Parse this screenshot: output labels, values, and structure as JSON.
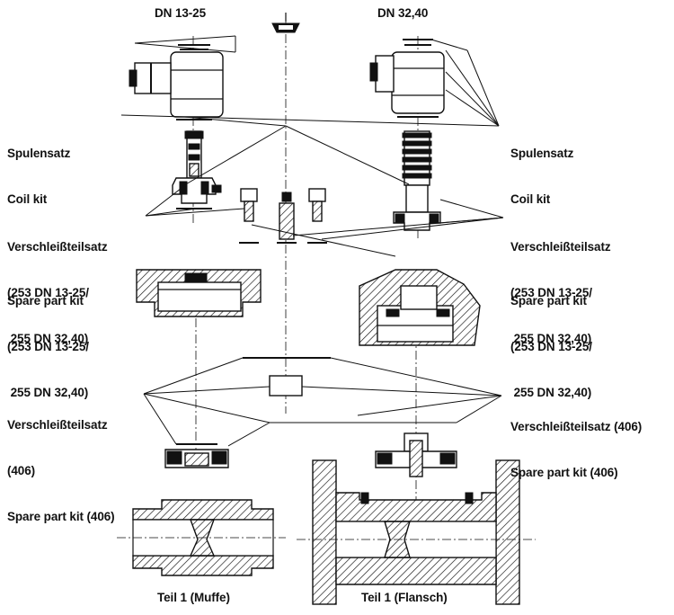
{
  "headers": {
    "left": "DN 13-25",
    "right": "DN 32,40"
  },
  "labels": {
    "coil_left": [
      "Spulensatz",
      "Coil kit"
    ],
    "coil_right": [
      "Spulensatz",
      "Coil kit"
    ],
    "wear_left": [
      "Verschleißteilsatz",
      "(253 DN 13-25/",
      " 255 DN 32,40)"
    ],
    "spare_left": [
      "Spare part kit",
      "(253 DN 13-25/",
      " 255 DN 32,40)"
    ],
    "wear_right": [
      "Verschleißteilsatz",
      "(253 DN 13-25/",
      " 255 DN 32,40)"
    ],
    "spare_right": [
      "Spare part kit",
      "(253 DN 13-25/",
      " 255 DN 32,40)"
    ],
    "wear406_left": [
      "Verschleißteilsatz",
      "(406)",
      "Spare part kit (406)"
    ],
    "wear406_right": [
      "Verschleißteilsatz (406)",
      "Spare part kit (406)"
    ]
  },
  "captions": {
    "muffe": "Teil 1 (Muffe)",
    "flansch": "Teil 1 (Flansch)"
  }
}
